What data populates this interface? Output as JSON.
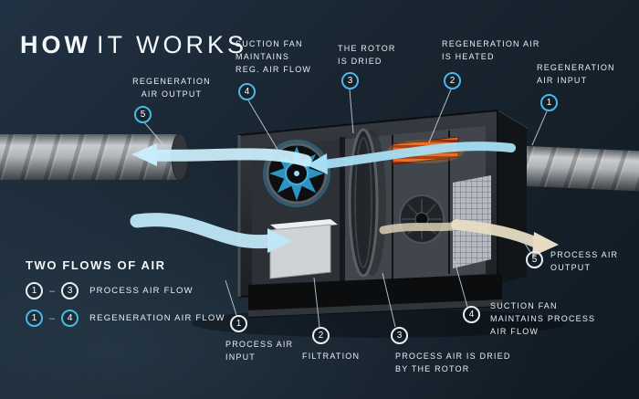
{
  "title": {
    "bold": "HOW",
    "rest": "IT WORKS"
  },
  "colors": {
    "background": "#18242f",
    "accent_regen": "#4ab9e8",
    "accent_process": "#ffffff",
    "flow_blue": "#bfe7f7",
    "flow_tan": "#e7dcc3",
    "heater_orange": "#f08a3c"
  },
  "legend": {
    "title": "TWO FLOWS OF AIR",
    "items": [
      {
        "from": "1",
        "dash": "–",
        "to": "3",
        "label": "PROCESS AIR FLOW"
      },
      {
        "from": "1",
        "dash": "–",
        "to": "4",
        "label": "REGENERATION AIR FLOW"
      }
    ]
  },
  "callouts": {
    "regen_output": {
      "num": "5",
      "label": "REGENERATION\nAIR OUTPUT"
    },
    "suction_reg": {
      "num": "4",
      "label": "SUCTION FAN\nMAINTAINS\nREG. AIR FLOW"
    },
    "rotor_dried": {
      "num": "3",
      "label": "THE ROTOR\nIS DRIED"
    },
    "regen_heated": {
      "num": "2",
      "label": "REGENERATION AIR\nIS HEATED"
    },
    "regen_input": {
      "num": "1",
      "label": "REGENERATION\nAIR INPUT"
    },
    "process_input": {
      "num": "1",
      "label": "PROCESS AIR\nINPUT"
    },
    "filtration": {
      "num": "2",
      "label": "FILTRATION"
    },
    "process_dried": {
      "num": "3",
      "label": "PROCESS AIR IS DRIED\nBY THE ROTOR"
    },
    "suction_process": {
      "num": "4",
      "label": "SUCTION FAN\nMAINTAINS PROCESS\nAIR FLOW"
    },
    "process_output": {
      "num": "5",
      "label": "PROCESS AIR\nOUTPUT"
    }
  }
}
